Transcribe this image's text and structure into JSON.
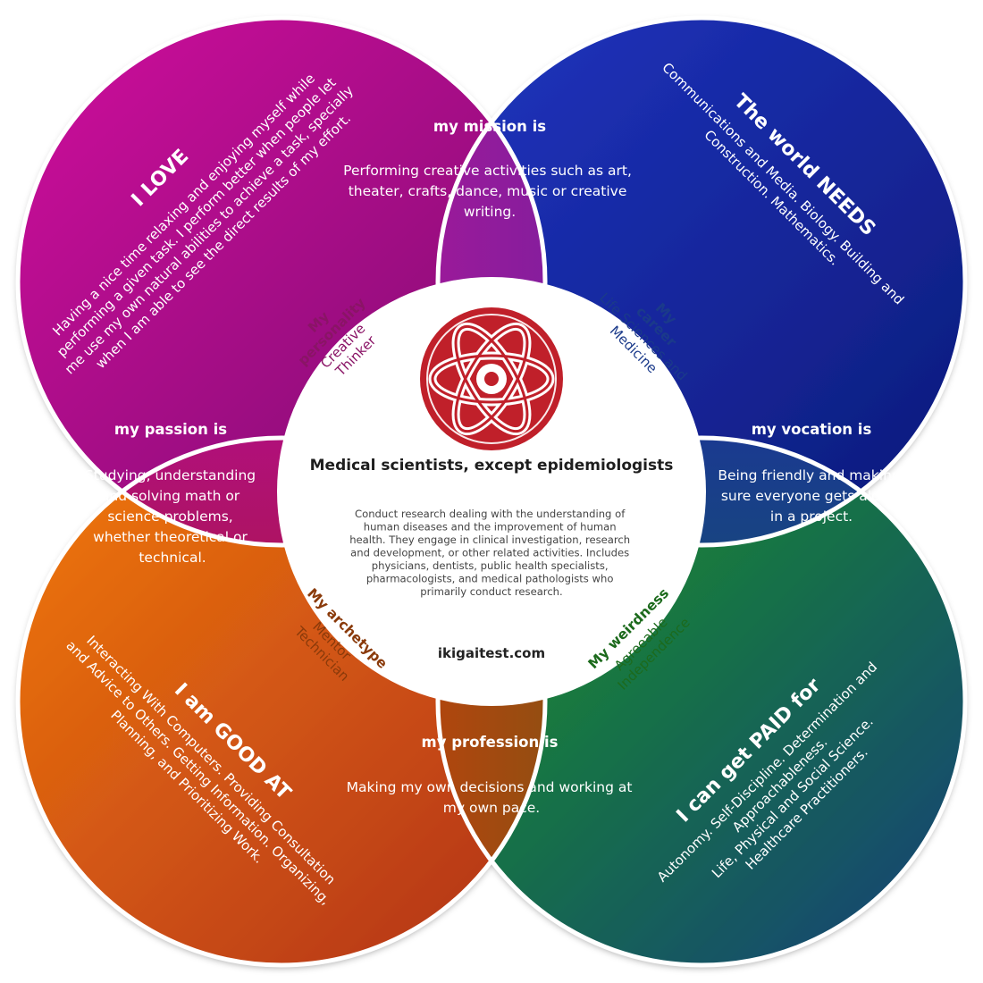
{
  "site": "ikigaitest.com",
  "center": {
    "title": "Medical scientists, except epidemiologists",
    "description": [
      "Conduct research dealing with the understanding of",
      "human diseases and the improvement of human",
      "health. They engage in clinical investigation, research",
      "and development, or other related activities. Includes",
      "physicians, dentists, public health specialists,",
      "pharmacologists, and medical pathologists who",
      "primarily conduct research."
    ],
    "icon": "atom-icon",
    "icon_color": "#c0202a"
  },
  "circles": {
    "love": {
      "title": "I LOVE",
      "text": [
        "Having a nice time relaxing and enjoying myself while",
        "performing a given task. I perform better when people let",
        "me use my own natural abilities to achieve a task, specially",
        "when I am able to see the direct results of my effort."
      ],
      "color": "#b30f8c"
    },
    "world_needs": {
      "title": "The world NEEDS",
      "text": [
        "Communications and Media. Biology. Building and",
        "Construction. Mathematics."
      ],
      "color": "#1a2aa8"
    },
    "good_at": {
      "title": "I am GOOD AT",
      "text": [
        "Interacting With Computers. Providing Consultation",
        "and Advice to Others. Getting Information. Organizing,",
        "Planning, and Prioritizing Work."
      ],
      "color": "#e0620a"
    },
    "paid_for": {
      "title": "I can get PAID for",
      "text": [
        "Autonomy. Self-Discipline. Determination and",
        "Approachableness.",
        "Life, Physical and Social Science.",
        "Healthcare Practitioners."
      ],
      "color": "#1d7d1d"
    }
  },
  "overlaps": {
    "mission": {
      "title": "my mission is",
      "text": [
        "Performing creative activities such as art,",
        "theater, crafts, dance, music or creative",
        "writing."
      ]
    },
    "passion": {
      "title": "my passion is",
      "text": [
        "Studying, understanding",
        "and solving math or",
        "science problems,",
        "whether theoretical or",
        "technical."
      ]
    },
    "vocation": {
      "title": "my vocation is",
      "text": [
        "Being friendly and making",
        "sure everyone gets along",
        "in a project."
      ]
    },
    "profession": {
      "title": "my profession is",
      "text": [
        "Making my own decisions and working at",
        "my own pace."
      ]
    }
  },
  "petals": {
    "personality": {
      "title": [
        "My",
        "personality"
      ],
      "text": [
        "Creative",
        "Thinker"
      ],
      "color": "#f5a0cf",
      "text_color": "#8a1466"
    },
    "career": {
      "title": [
        "My",
        "career"
      ],
      "text": [
        "Life Sciences and",
        "Medicine"
      ],
      "color": "#9ccbf7",
      "text_color": "#1a3a8a"
    },
    "archetype": {
      "title": [
        "My archetype"
      ],
      "text": [
        "Mentor",
        "Technician"
      ],
      "color": "#f9c86a",
      "text_color": "#8a3a0a"
    },
    "weirdness": {
      "title": [
        "My weirdness"
      ],
      "text": [
        "Agreeable",
        "Independence"
      ],
      "color": "#9fd19a",
      "text_color": "#1c6a1c"
    }
  }
}
